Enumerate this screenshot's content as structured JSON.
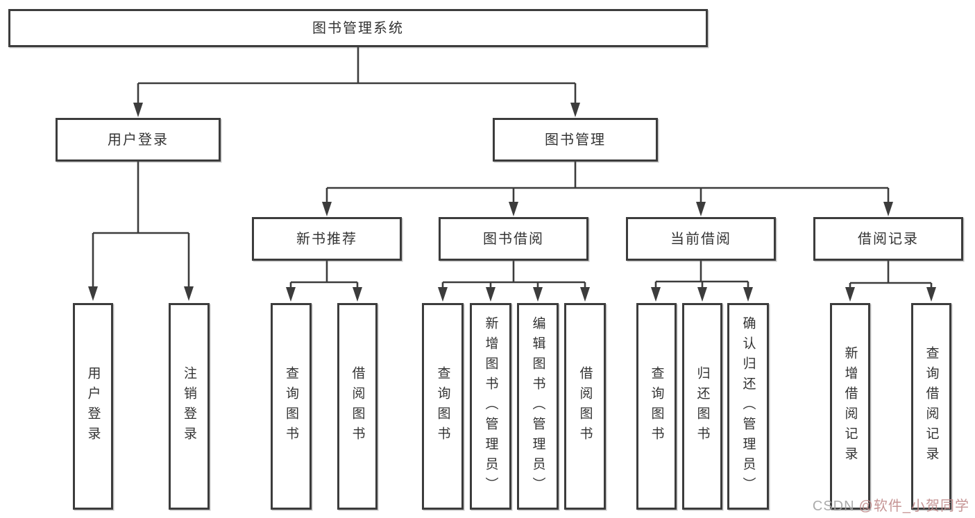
{
  "tree": {
    "label": "图书管理系统",
    "children": [
      {
        "label": "用户登录",
        "children": [
          {
            "label": "用户登录"
          },
          {
            "label": "注销登录"
          }
        ]
      },
      {
        "label": "图书管理",
        "children": [
          {
            "label": "新书推荐",
            "children": [
              {
                "label": "查询图书"
              },
              {
                "label": "借阅图书"
              }
            ]
          },
          {
            "label": "图书借阅",
            "children": [
              {
                "label": "查询图书"
              },
              {
                "label": "新增图书（管理员）"
              },
              {
                "label": "编辑图书（管理员）"
              },
              {
                "label": "借阅图书"
              }
            ]
          },
          {
            "label": "当前借阅",
            "children": [
              {
                "label": "查询图书"
              },
              {
                "label": "归还图书"
              },
              {
                "label": "确认归还（管理员）"
              }
            ]
          },
          {
            "label": "借阅记录",
            "children": [
              {
                "label": "新增借阅记录"
              },
              {
                "label": "查询借阅记录"
              }
            ]
          }
        ]
      }
    ]
  },
  "watermark": {
    "prefix": "CSDN",
    "handle": "@软件_小贺同学"
  },
  "colors": {
    "line": "#3c3c3c",
    "text": "#333333",
    "box_background": "#ffffff",
    "watermark_gray": "#a3a3a3",
    "watermark_accent": "#c08a8a"
  }
}
